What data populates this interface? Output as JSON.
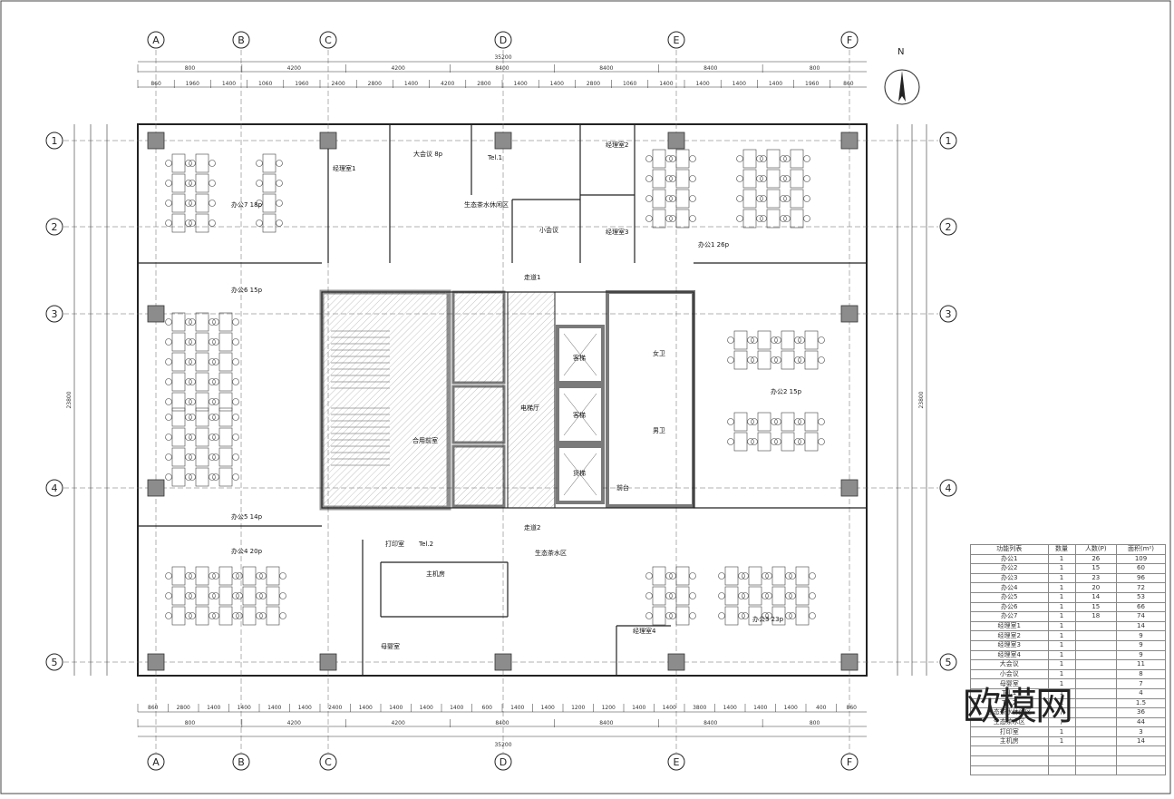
{
  "plan": {
    "column_labels_top": [
      "A",
      "B",
      "C",
      "D",
      "E",
      "F"
    ],
    "column_labels_bottom": [
      "A",
      "B",
      "C",
      "D",
      "E",
      "F"
    ],
    "row_labels_left": [
      "1",
      "2",
      "3",
      "4",
      "5"
    ],
    "row_labels_right": [
      "1",
      "2",
      "3",
      "4",
      "5"
    ],
    "overall_width_top": "35200",
    "overall_width_bottom": "35200",
    "overall_height_left": "23800",
    "overall_height_right": "23800",
    "dims_top_row1": [
      "800",
      "4200",
      "4200",
      "8400",
      "8400",
      "8400",
      "800"
    ],
    "dims_top_row2": [
      "860",
      "1960",
      "1400",
      "1060",
      "1960",
      "2400",
      "2800",
      "1400",
      "4200",
      "2800",
      "1400",
      "1400",
      "2800",
      "1060",
      "1400",
      "1400",
      "1400",
      "1400",
      "1960",
      "860"
    ],
    "dims_bottom_row1": [
      "860",
      "2800",
      "1400",
      "1400",
      "1400",
      "1400",
      "2400",
      "1400",
      "1400",
      "1400",
      "1400",
      "600",
      "1400",
      "1400",
      "1200",
      "1200",
      "1400",
      "1400",
      "3800",
      "1400",
      "1400",
      "1400",
      "400",
      "860"
    ],
    "dims_bottom_row2": [
      "800",
      "4200",
      "4200",
      "8400",
      "8400",
      "8400",
      "800"
    ],
    "north": "N",
    "rooms": {
      "office1": "办公1 26p",
      "office2": "办公2 15p",
      "office3": "办公3 23p",
      "office4": "办公4 20p",
      "office5": "办公5 14p",
      "office6": "办公6 15p",
      "office7": "办公7 18p",
      "manager1": "经理室1",
      "manager2": "经理室2",
      "manager3": "经理室3",
      "manager4": "经理室4",
      "big_meeting": "大会议 8p",
      "small_meeting": "小会议",
      "tel1": "Tel.1",
      "tel2": "Tel.2",
      "print": "打印室",
      "server": "主机房",
      "ecowater": "生态茶水区",
      "ecowater_rest": "生态茶水休闲区",
      "corridor1": "走道1",
      "corridor2": "走道2",
      "stair": "合用前室",
      "elev_hall": "电梯厅",
      "elev1": "客梯",
      "elev2": "客梯",
      "elev3": "货梯",
      "wc_f": "女卫",
      "wc_m": "男卫",
      "reception": "前台",
      "storage": "母婴室"
    }
  },
  "legend": {
    "headers": [
      "功能列表",
      "数量",
      "人数(P)",
      "面积(m²)"
    ],
    "rows": [
      [
        "办公1",
        "1",
        "26",
        "109"
      ],
      [
        "办公2",
        "1",
        "15",
        "60"
      ],
      [
        "办公3",
        "1",
        "23",
        "96"
      ],
      [
        "办公4",
        "1",
        "20",
        "72"
      ],
      [
        "办公5",
        "1",
        "14",
        "53"
      ],
      [
        "办公6",
        "1",
        "15",
        "66"
      ],
      [
        "办公7",
        "1",
        "18",
        "74"
      ],
      [
        "经理室1",
        "1",
        "",
        "14"
      ],
      [
        "经理室2",
        "1",
        "",
        "9"
      ],
      [
        "经理室3",
        "1",
        "",
        "9"
      ],
      [
        "经理室4",
        "1",
        "",
        "9"
      ],
      [
        "大会议",
        "1",
        "",
        "11"
      ],
      [
        "小会议",
        "1",
        "",
        "8"
      ],
      [
        "母婴室",
        "1",
        "",
        "7"
      ],
      [
        "Tel.1",
        "1",
        "",
        "4"
      ],
      [
        "Tel.2",
        "1",
        "",
        "1.5"
      ],
      [
        "生态茶水休闲区",
        "/",
        "",
        "36"
      ],
      [
        "生态茶水区",
        "/",
        "",
        "44"
      ],
      [
        "打印室",
        "1",
        "",
        "3"
      ],
      [
        "主机房",
        "1",
        "",
        "14"
      ],
      [
        "",
        "",
        "",
        ""
      ],
      [
        "",
        "",
        "",
        ""
      ],
      [
        "",
        "",
        "",
        ""
      ]
    ]
  },
  "watermark": "欧模网",
  "colors": {
    "line": "#222222",
    "hatch": "#777777",
    "column": "#8c8c8c"
  }
}
